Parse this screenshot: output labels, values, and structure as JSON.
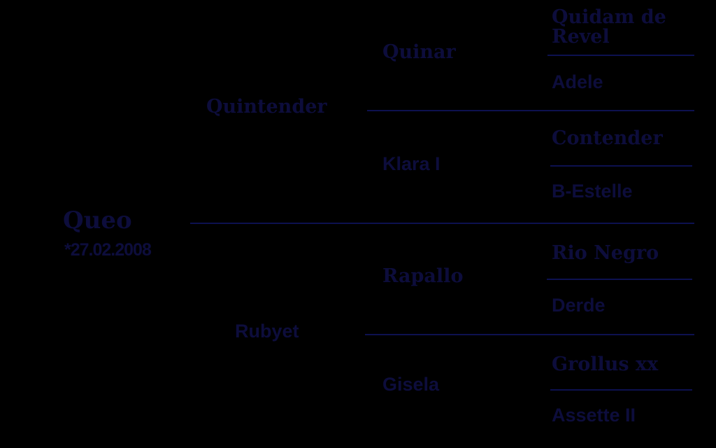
{
  "colors": {
    "background": "#000000",
    "text": "#0d0d3c",
    "line": "#0d1150"
  },
  "pedigree": {
    "subject": {
      "name": "Queo",
      "birthdate": "*27.02.2008"
    },
    "sire": {
      "name": "Quintender",
      "sire": {
        "name": "Quinar",
        "sire": {
          "name": "Quidam de Revel"
        },
        "dam": {
          "name": "Adele"
        }
      },
      "dam": {
        "name": "Klara I",
        "sire": {
          "name": "Contender"
        },
        "dam": {
          "name": "B-Estelle"
        }
      }
    },
    "dam": {
      "name": "Rubyet",
      "sire": {
        "name": "Rapallo",
        "sire": {
          "name": "Rio Negro"
        },
        "dam": {
          "name": "Derde"
        }
      },
      "dam": {
        "name": "Gisela",
        "sire": {
          "name": "Grollus xx"
        },
        "dam": {
          "name": "Assette II"
        }
      }
    }
  }
}
